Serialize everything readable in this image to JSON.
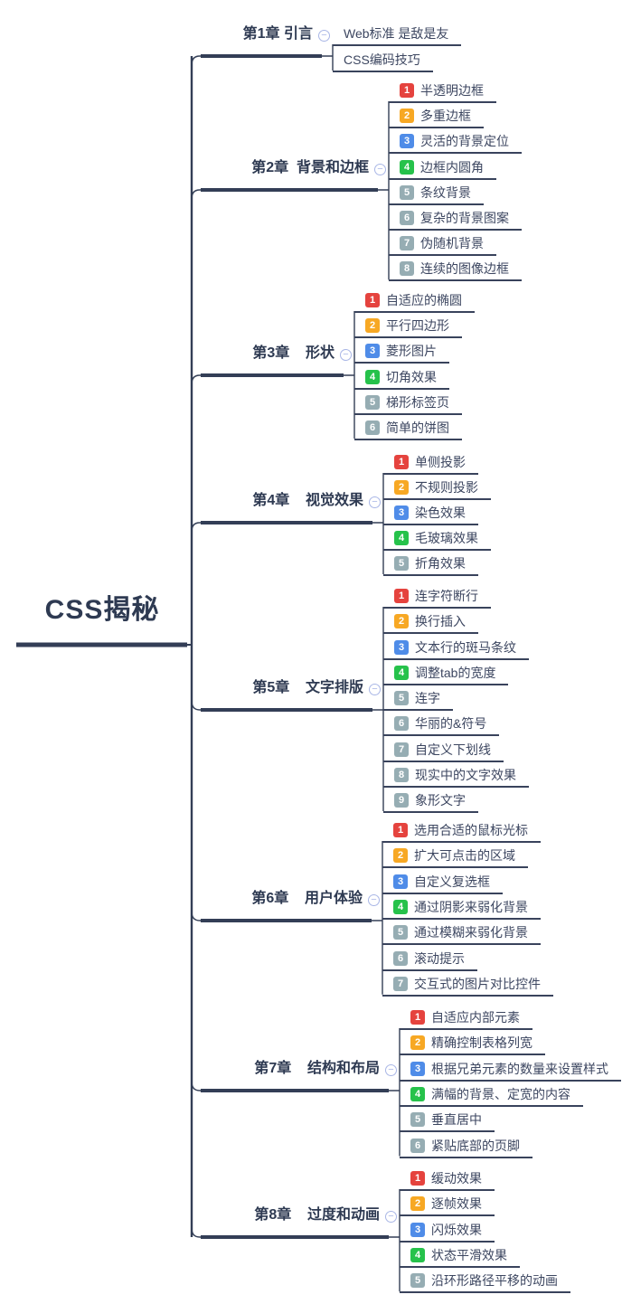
{
  "root": {
    "title": "CSS揭秘"
  },
  "icons": {
    "collapse_glyph": "−"
  },
  "colors": {
    "line": "#333e56",
    "title_text": "#2e3a52",
    "item_text": "#3c4660",
    "collapse_icon": "#a9b6e6",
    "badges": {
      "1": "#e5433e",
      "2": "#f7a824",
      "3": "#4f8ce8",
      "4": "#26c24b",
      "rest": "#96adb3"
    }
  },
  "chapters": [
    {
      "label": "第1章 引言",
      "items": [
        {
          "label": "Web标准 是敌是友"
        },
        {
          "label": "CSS编码技巧"
        }
      ]
    },
    {
      "label": "第2章  背景和边框",
      "items": [
        {
          "num": 1,
          "label": "半透明边框"
        },
        {
          "num": 2,
          "label": "多重边框"
        },
        {
          "num": 3,
          "label": "灵活的背景定位"
        },
        {
          "num": 4,
          "label": "边框内圆角"
        },
        {
          "num": 5,
          "label": "条纹背景"
        },
        {
          "num": 6,
          "label": "复杂的背景图案"
        },
        {
          "num": 7,
          "label": "伪随机背景"
        },
        {
          "num": 8,
          "label": "连续的图像边框"
        }
      ]
    },
    {
      "label": "第3章    形状",
      "items": [
        {
          "num": 1,
          "label": "自适应的椭圆"
        },
        {
          "num": 2,
          "label": "平行四边形"
        },
        {
          "num": 3,
          "label": "菱形图片"
        },
        {
          "num": 4,
          "label": "切角效果"
        },
        {
          "num": 5,
          "label": "梯形标签页"
        },
        {
          "num": 6,
          "label": "简单的饼图"
        }
      ]
    },
    {
      "label": "第4章    视觉效果",
      "items": [
        {
          "num": 1,
          "label": "单侧投影"
        },
        {
          "num": 2,
          "label": "不规则投影"
        },
        {
          "num": 3,
          "label": "染色效果"
        },
        {
          "num": 4,
          "label": "毛玻璃效果"
        },
        {
          "num": 5,
          "label": "折角效果"
        }
      ]
    },
    {
      "label": "第5章    文字排版",
      "items": [
        {
          "num": 1,
          "label": "连字符断行"
        },
        {
          "num": 2,
          "label": "换行插入"
        },
        {
          "num": 3,
          "label": "文本行的斑马条纹"
        },
        {
          "num": 4,
          "label": "调整tab的宽度"
        },
        {
          "num": 5,
          "label": "连字"
        },
        {
          "num": 6,
          "label": "华丽的&符号"
        },
        {
          "num": 7,
          "label": "自定义下划线"
        },
        {
          "num": 8,
          "label": "现实中的文字效果"
        },
        {
          "num": 9,
          "label": "象形文字"
        }
      ]
    },
    {
      "label": "第6章    用户体验",
      "items": [
        {
          "num": 1,
          "label": "选用合适的鼠标光标"
        },
        {
          "num": 2,
          "label": "扩大可点击的区域"
        },
        {
          "num": 3,
          "label": "自定义复选框"
        },
        {
          "num": 4,
          "label": "通过阴影来弱化背景"
        },
        {
          "num": 5,
          "label": "通过模糊来弱化背景"
        },
        {
          "num": 6,
          "label": "滚动提示"
        },
        {
          "num": 7,
          "label": "交互式的图片对比控件"
        }
      ]
    },
    {
      "label": "第7章    结构和布局",
      "items": [
        {
          "num": 1,
          "label": "自适应内部元素"
        },
        {
          "num": 2,
          "label": "精确控制表格列宽"
        },
        {
          "num": 3,
          "label": "根据兄弟元素的数量来设置样式"
        },
        {
          "num": 4,
          "label": "满幅的背景、定宽的内容"
        },
        {
          "num": 5,
          "label": "垂直居中"
        },
        {
          "num": 6,
          "label": "紧贴底部的页脚"
        }
      ]
    },
    {
      "label": "第8章    过度和动画",
      "items": [
        {
          "num": 1,
          "label": "缓动效果"
        },
        {
          "num": 2,
          "label": "逐帧效果"
        },
        {
          "num": 3,
          "label": "闪烁效果"
        },
        {
          "num": 4,
          "label": "状态平滑效果"
        },
        {
          "num": 5,
          "label": "沿环形路径平移的动画"
        }
      ]
    }
  ]
}
